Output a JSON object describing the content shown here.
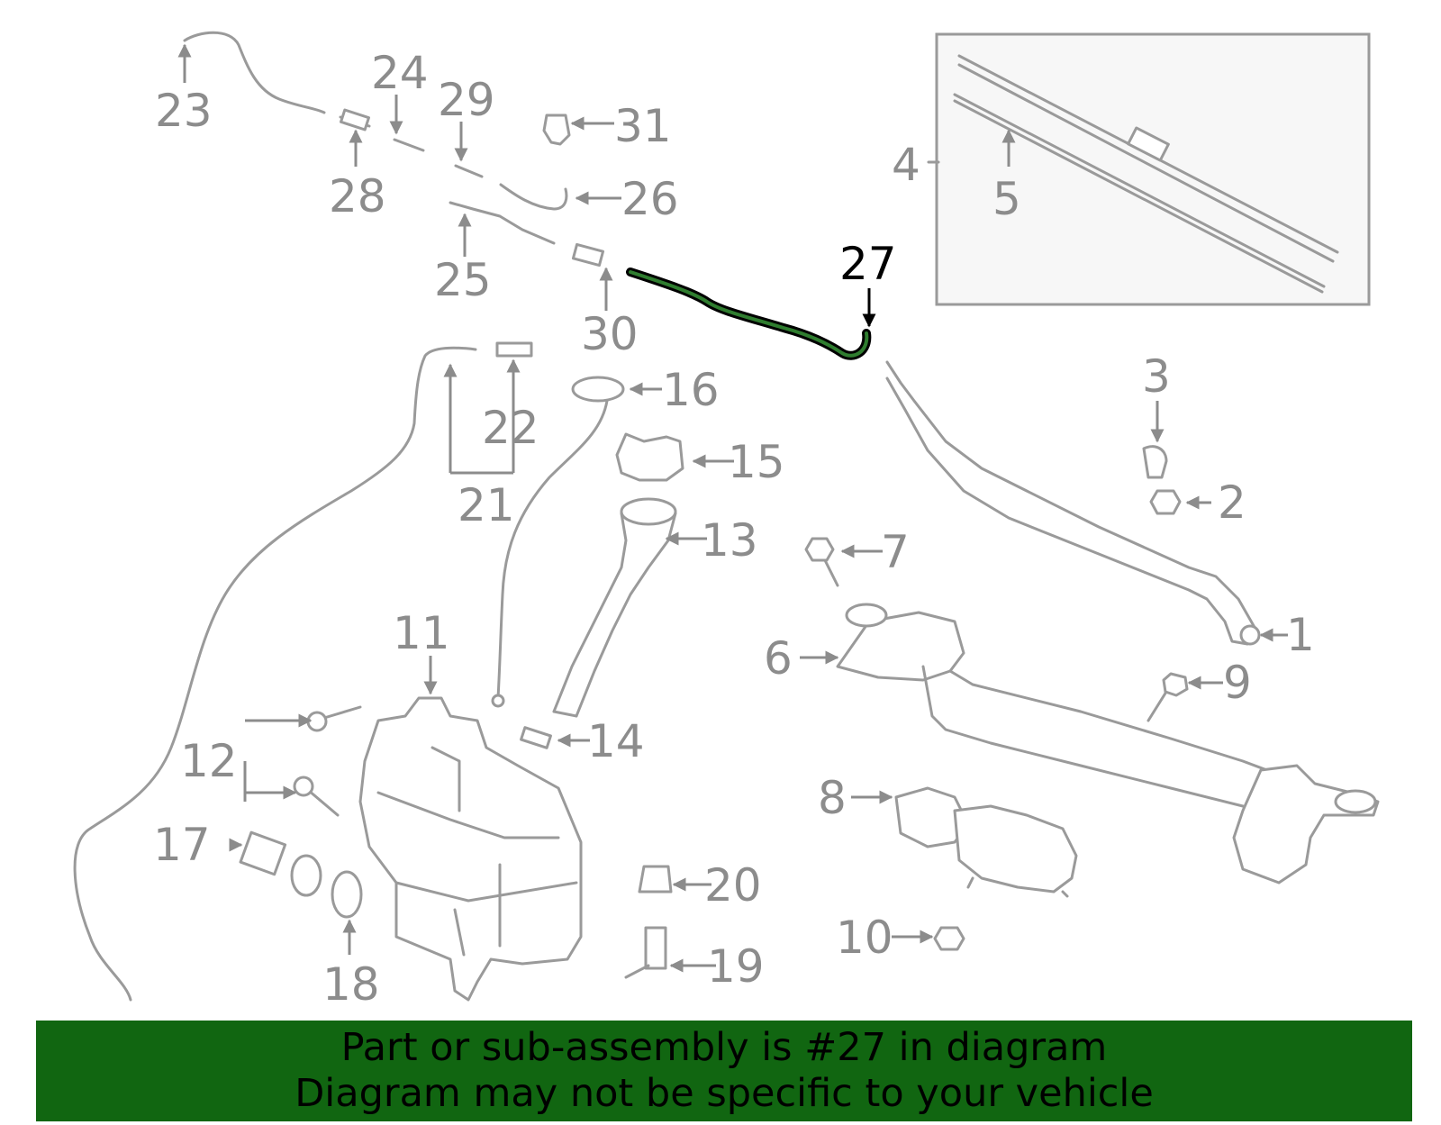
{
  "callouts": {
    "c1": "1",
    "c2": "2",
    "c3": "3",
    "c4": "4",
    "c5": "5",
    "c6": "6",
    "c7": "7",
    "c8": "8",
    "c9": "9",
    "c10": "10",
    "c11": "11",
    "c12": "12",
    "c13": "13",
    "c14": "14",
    "c15": "15",
    "c16": "16",
    "c17": "17",
    "c18": "18",
    "c19": "19",
    "c20": "20",
    "c21": "21",
    "c22": "22",
    "c23": "23",
    "c24": "24",
    "c25": "25",
    "c26": "26",
    "c27": "27",
    "c28": "28",
    "c29": "29",
    "c30": "30",
    "c31": "31"
  },
  "highlighted_part": "27",
  "colors": {
    "banner": "#116611",
    "highlight": "#000000",
    "parts": "#9a9a9a",
    "highlight_hose": "#2f7d2f"
  },
  "banner": {
    "line1": "Part or sub-assembly is #27 in diagram",
    "line2": "Diagram may not be specific to your vehicle"
  }
}
